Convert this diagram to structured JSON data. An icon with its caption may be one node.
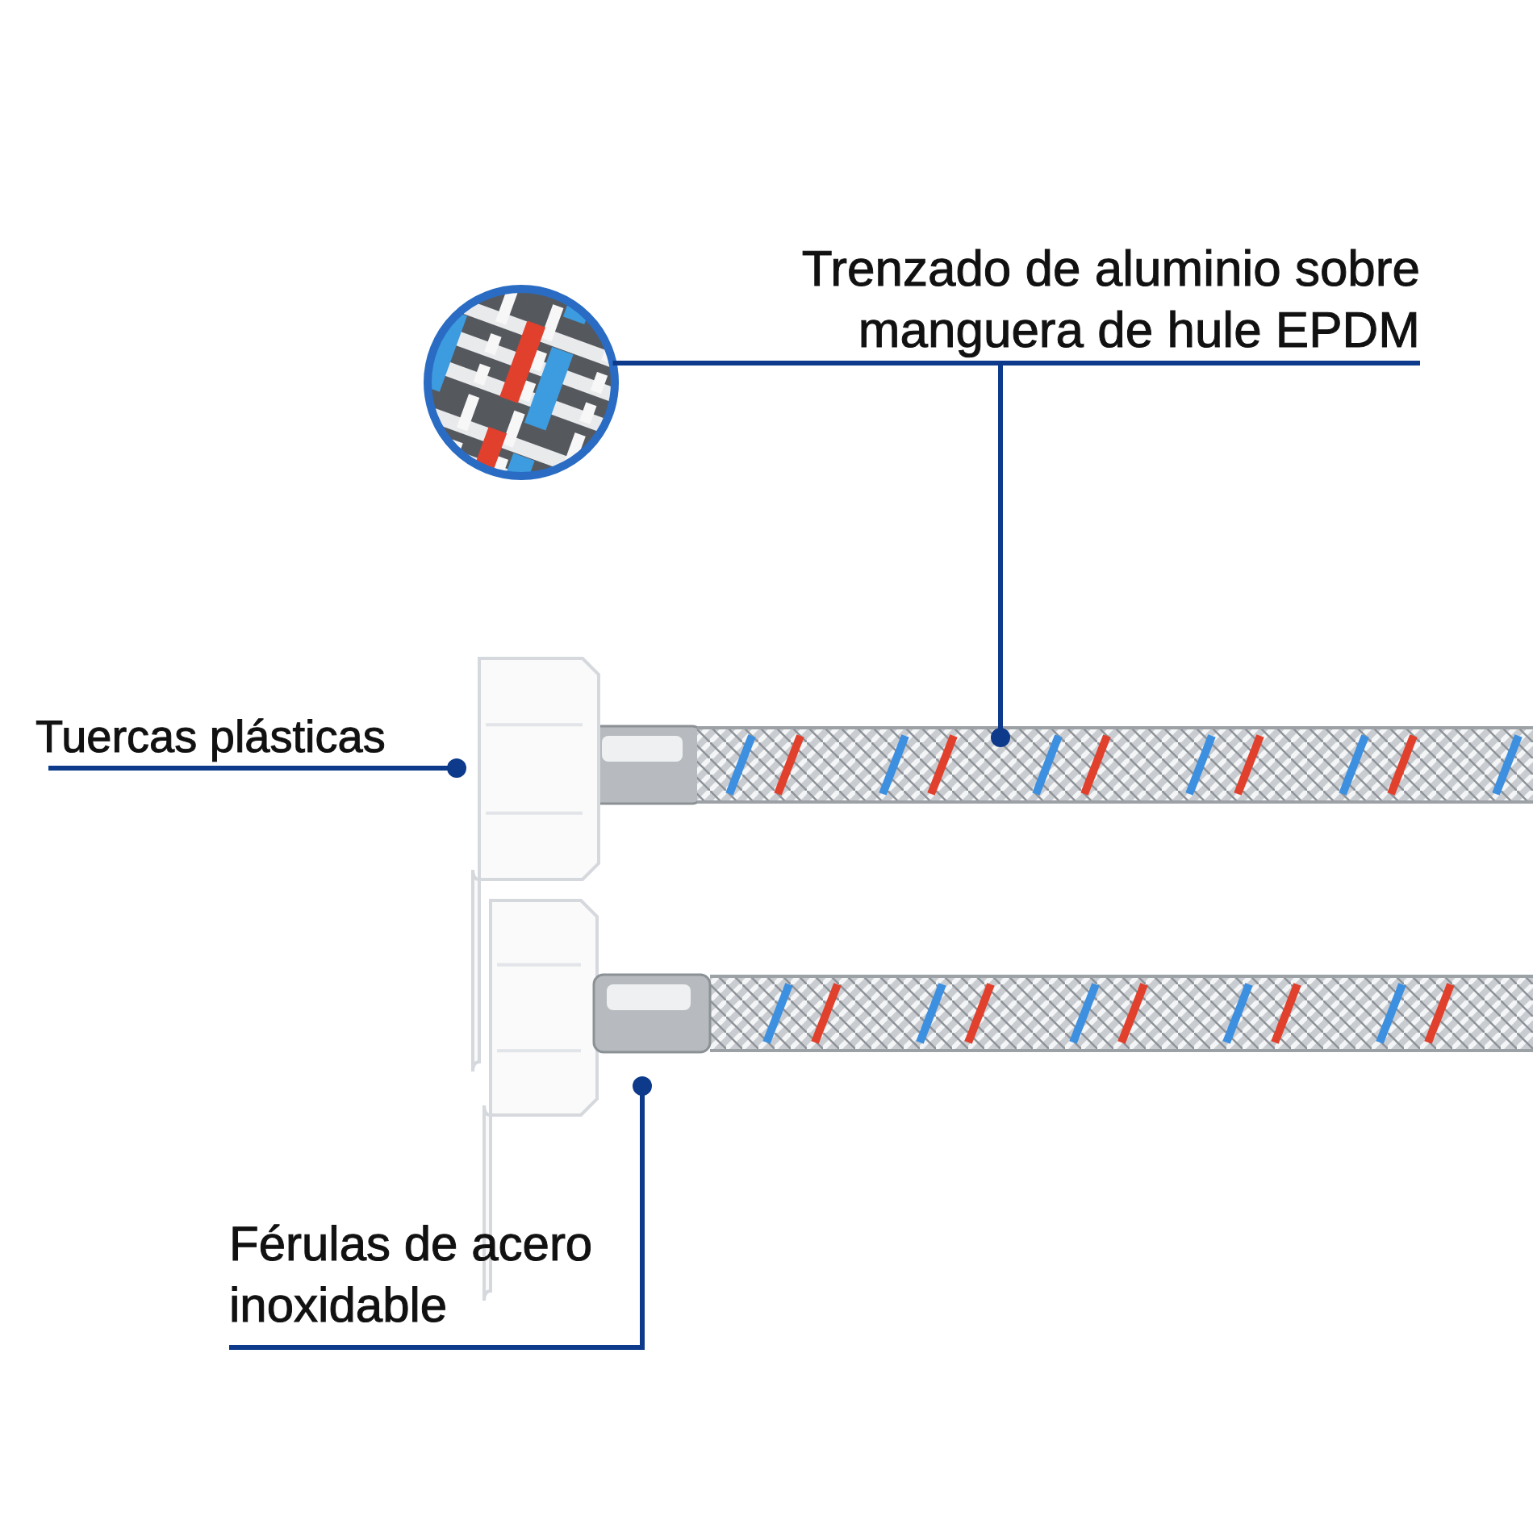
{
  "diagram": {
    "nodes": [
      {
        "text": [
          "Trenzado de aluminio sobre manguera de hule EPDM"
        ]
      },
      {
        "text": [],
        "shape": "picture"
      },
      {
        "text": [],
        "shape": "picture"
      },
      {
        "text": [
          "Tuercas plásticas"
        ]
      },
      {
        "text": [],
        "shape": "picture"
      },
      {
        "text": [
          "Férulas de acero inoxidable"
        ]
      },
      {
        "text": [],
        "shape": "picture"
      }
    ],
    "edges": [
      {
        "from": 0,
        "to": 1,
        "arrow": "none"
      },
      {
        "from": 0,
        "to": 2,
        "arrow": "other"
      },
      {
        "from": 3,
        "to": 4,
        "arrow": "other"
      },
      {
        "from": 5,
        "to": 6,
        "arrow": "other"
      }
    ]
  }
}
